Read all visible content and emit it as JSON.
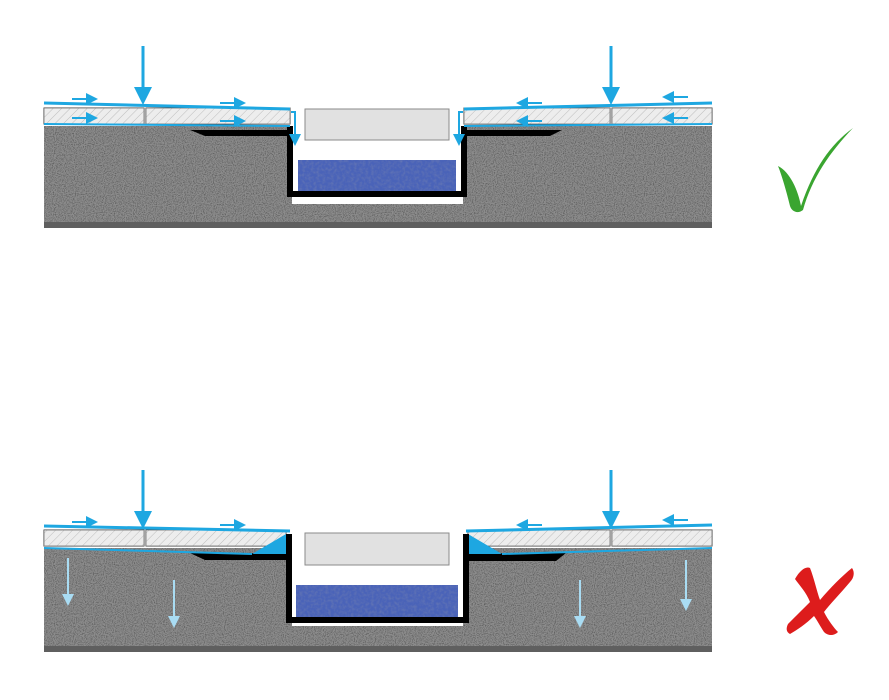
{
  "colors": {
    "background": "#ffffff",
    "water_flow": "#1ea7e1",
    "water_flow_light": "#a9dcf3",
    "channel_water": "#4a63b8",
    "channel_frame": "#000000",
    "slab": "#e1e1e1",
    "tile": "#d7d7d7",
    "soil": "#8c8c8c",
    "soil_base": "#5f5f5f",
    "correct_mark": "#3aa530",
    "wrong_mark": "#dd1c1c"
  },
  "icons": {
    "correct": "check-mark-icon",
    "wrong": "cross-mark-icon"
  },
  "diagrams": [
    {
      "id": "correct",
      "verdict": "correct",
      "icon": "check-mark-icon",
      "water_into_channel": true,
      "water_into_ground": false
    },
    {
      "id": "wrong",
      "verdict": "wrong",
      "icon": "cross-mark-icon",
      "water_into_channel": false,
      "water_into_ground": true
    }
  ]
}
